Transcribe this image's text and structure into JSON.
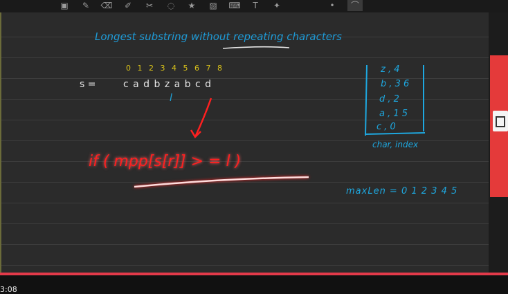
{
  "toolbar": {
    "tools": [
      {
        "name": "insert-image-icon",
        "glyph": "▣"
      },
      {
        "name": "pen-icon",
        "glyph": "✎"
      },
      {
        "name": "eraser-icon",
        "glyph": "⌫"
      },
      {
        "name": "highlighter-icon",
        "glyph": "✐"
      },
      {
        "name": "scissors-icon",
        "glyph": "✂"
      },
      {
        "name": "lasso-icon",
        "glyph": "◌"
      },
      {
        "name": "shapes-icon",
        "glyph": "★"
      },
      {
        "name": "image-icon",
        "glyph": "▨"
      },
      {
        "name": "keyboard-icon",
        "glyph": "⌨"
      },
      {
        "name": "text-icon",
        "glyph": "T"
      },
      {
        "name": "laser-pointer-icon",
        "glyph": "✦"
      },
      {
        "name": "dot-icon",
        "glyph": "•"
      },
      {
        "name": "color-swatch-icon",
        "glyph": "⌒"
      }
    ]
  },
  "notes": {
    "title": "Longest substring without repeating characters",
    "indices": "0 1 2 3 4 5 6 7 8",
    "string_label": "s =",
    "string_value": "c a d b z a b c d",
    "pointer_l": "l",
    "condition": "if ( mpp[s[r]] > = l )",
    "map_rows": [
      "z , 4",
      "b , 3 6",
      "d , 2",
      "a , 1 5",
      "c , 0"
    ],
    "map_caption": "char, index",
    "maxlen": "maxLen = 0 1 2 3 4 5"
  },
  "player": {
    "time": "3:08",
    "progress_percent": 100
  },
  "colors": {
    "title_blue": "#1e9bd7",
    "index_yellow": "#d9c21a",
    "ink_white": "#e6e6e6",
    "ink_red": "#ff2020",
    "ink_cyan": "#1ea8e0"
  }
}
